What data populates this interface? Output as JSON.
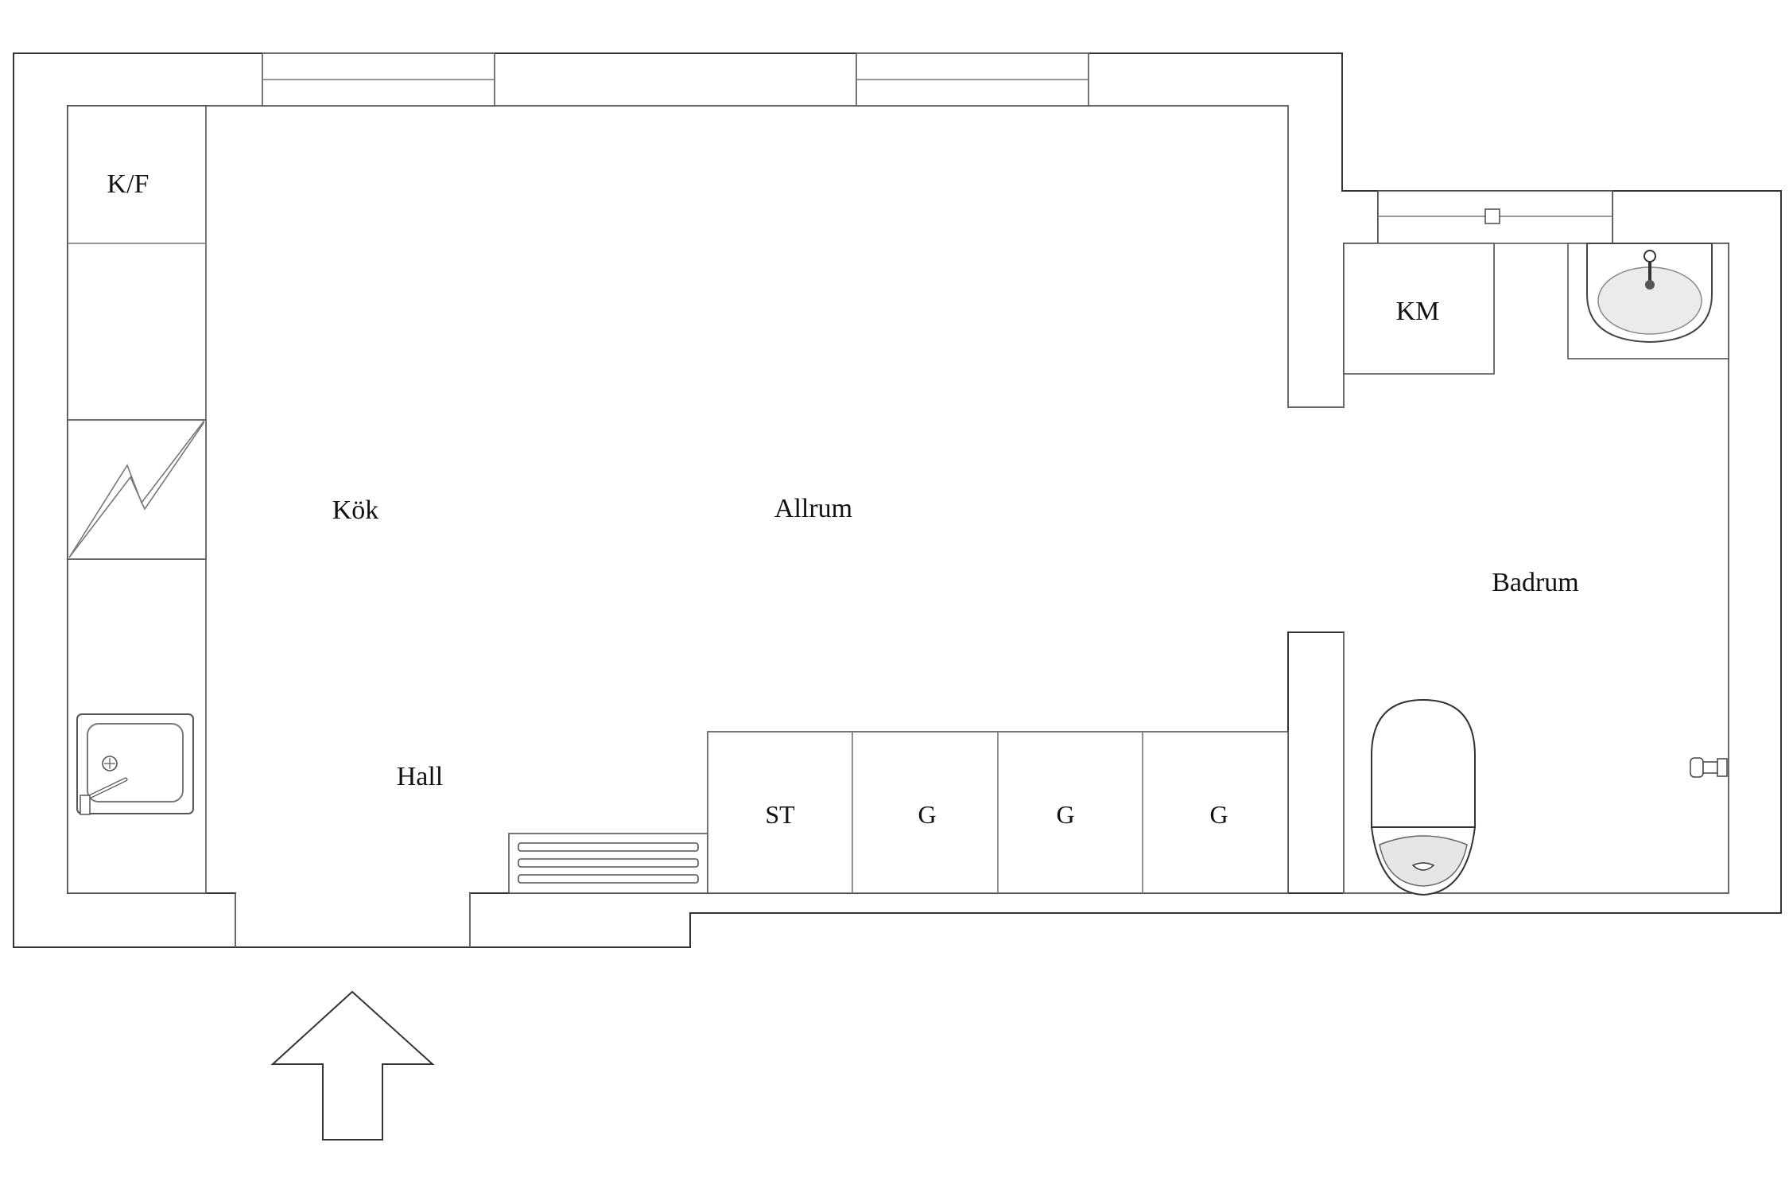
{
  "plan": {
    "rooms": {
      "kok": "Kök",
      "allrum": "Allrum",
      "hall": "Hall",
      "badrum": "Badrum"
    },
    "fixtures": {
      "kf": "K/F",
      "km": "KM",
      "st": "ST",
      "g1": "G",
      "g2": "G",
      "g3": "G"
    },
    "icons": {
      "entrance": "entrance-arrow-icon",
      "stove": "stove-icon",
      "sink": "kitchen-sink-icon",
      "washbasin": "washbasin-icon",
      "toilet": "toilet-icon",
      "radiator": "radiator-icon"
    }
  }
}
